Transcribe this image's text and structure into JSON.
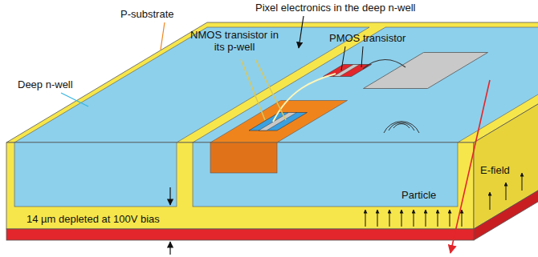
{
  "diagram": {
    "nodes": [
      {
        "text": [
          "14 µm depleted at 100V bias"
        ]
      }
    ],
    "labels": [
      "Pixel electronics in the deep n-well",
      "P-substrate",
      "NMOS transistor in its p-well",
      "PMOS transistor",
      "Deep n-well",
      "E-field",
      "Particle"
    ]
  }
}
